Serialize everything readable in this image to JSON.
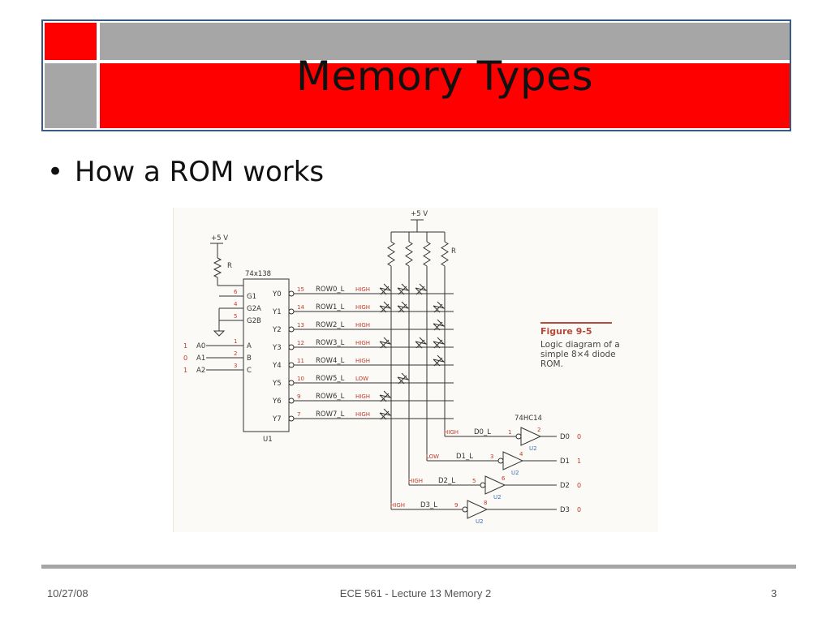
{
  "slide": {
    "title": "Memory Types",
    "bullet": "How a ROM works"
  },
  "figure": {
    "caption_title": "Figure 9-5",
    "caption_text": "Logic diagram of a simple 8×4 diode ROM.",
    "vcc_label": "+5 V",
    "resistor_label": "R",
    "decoder_label": "74x138",
    "decoder_ref": "U1",
    "inverter_label": "74HC14",
    "inverter_ref": "U2",
    "enable_pins": [
      {
        "pin": "6",
        "name": "G1"
      },
      {
        "pin": "4",
        "name": "G2A"
      },
      {
        "pin": "5",
        "name": "G2B"
      }
    ],
    "address_inputs": [
      {
        "value": "1",
        "signal": "A0",
        "pin": "1",
        "name": "A"
      },
      {
        "value": "0",
        "signal": "A1",
        "pin": "2",
        "name": "B"
      },
      {
        "value": "1",
        "signal": "A2",
        "pin": "3",
        "name": "C"
      }
    ],
    "rows": [
      {
        "out": "Y0",
        "pin": "15",
        "signal": "ROW0_L",
        "level": "HIGH"
      },
      {
        "out": "Y1",
        "pin": "14",
        "signal": "ROW1_L",
        "level": "HIGH"
      },
      {
        "out": "Y2",
        "pin": "13",
        "signal": "ROW2_L",
        "level": "HIGH"
      },
      {
        "out": "Y3",
        "pin": "12",
        "signal": "ROW3_L",
        "level": "HIGH"
      },
      {
        "out": "Y4",
        "pin": "11",
        "signal": "ROW4_L",
        "level": "HIGH"
      },
      {
        "out": "Y5",
        "pin": "10",
        "signal": "ROW5_L",
        "level": "LOW"
      },
      {
        "out": "Y6",
        "pin": "9",
        "signal": "ROW6_L",
        "level": "HIGH"
      },
      {
        "out": "Y7",
        "pin": "7",
        "signal": "ROW7_L",
        "level": "HIGH"
      }
    ],
    "outputs": [
      {
        "level": "HIGH",
        "signal": "D0_L",
        "in_pin": "1",
        "out_pin": "2",
        "data": "D0",
        "value": "0"
      },
      {
        "level": "LOW",
        "signal": "D1_L",
        "in_pin": "3",
        "out_pin": "4",
        "data": "D1",
        "value": "1"
      },
      {
        "level": "HIGH",
        "signal": "D2_L",
        "in_pin": "5",
        "out_pin": "6",
        "data": "D2",
        "value": "0"
      },
      {
        "level": "HIGH",
        "signal": "D3_L",
        "in_pin": "9",
        "out_pin": "8",
        "data": "D3",
        "value": "0"
      }
    ],
    "diode_matrix": [
      [
        1,
        1,
        1,
        0
      ],
      [
        1,
        1,
        0,
        1
      ],
      [
        0,
        0,
        0,
        1
      ],
      [
        1,
        0,
        1,
        1
      ],
      [
        0,
        0,
        0,
        1
      ],
      [
        0,
        1,
        0,
        0
      ],
      [
        1,
        0,
        0,
        0
      ],
      [
        1,
        0,
        0,
        0
      ]
    ]
  },
  "footer": {
    "date": "10/27/08",
    "course": "ECE 561 - Lecture 13 Memory 2",
    "page": "3"
  },
  "colors": {
    "banner_red": "#ff0000",
    "banner_gray": "#a6a6a6",
    "banner_border": "#3a5a86",
    "schematic_ink": "#333333",
    "annotation_red": "#c0392b"
  }
}
